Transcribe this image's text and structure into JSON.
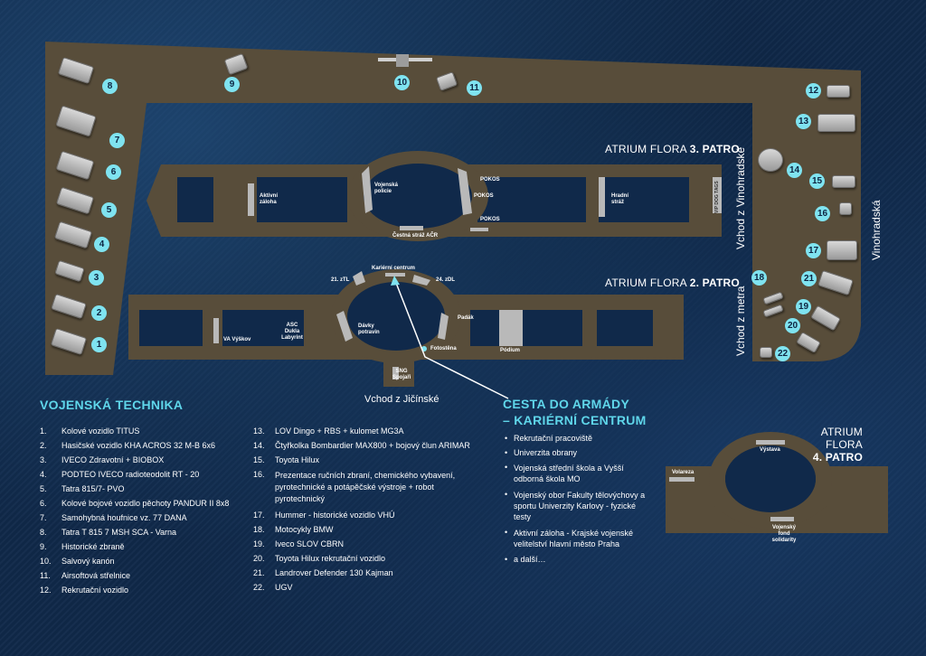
{
  "floors": {
    "f3": {
      "prefix": "ATRIUM FLORA ",
      "bold": "3. PATRO"
    },
    "f2": {
      "prefix": "ATRIUM FLORA ",
      "bold": "2. PATRO"
    },
    "f4": {
      "prefix": "ATRIUM FLORA",
      "bold": "4. PATRO"
    }
  },
  "entrances": {
    "vinohradske": "Vchod z Vinohradské",
    "metra": "Vchod z metra",
    "vinohradska": "Vinohradská",
    "jicinske": "Vchod z Jičínské"
  },
  "labels3": {
    "aktivni": "Aktivní záloha",
    "vojenska": "Vojenská policie",
    "pokos1": "POKOS",
    "pokos2": "POKOS",
    "pokos3": "POKOS",
    "hradni": "Hradní stráž",
    "vip": "VIP DOG TAGS",
    "cestna": "Čestná stráž AČR"
  },
  "labels2": {
    "kariera": "Kariérní centrum",
    "ztl": "21. zTL",
    "zdl": "24. zDL",
    "asc": "ASC Dukla Labyrint",
    "vavyskov": "VA Výškov",
    "davky": "Dávky potravin",
    "padak": "Padák",
    "fotostena": "Fotostěna",
    "podium": "Pódium",
    "sng": "SNG Spojaři"
  },
  "labels4": {
    "volareza": "Volareza",
    "vystava": "Výstava",
    "fond": "Vojenský fond solidarity"
  },
  "markers": [
    "1",
    "2",
    "3",
    "4",
    "5",
    "6",
    "7",
    "8",
    "9",
    "10",
    "11",
    "12",
    "13",
    "14",
    "15",
    "16",
    "17",
    "18",
    "19",
    "20",
    "21",
    "22"
  ],
  "technika": {
    "title": "VOJENSKÁ TECHNIKA",
    "col1": [
      {
        "n": "1.",
        "t": "Kolové vozidlo TITUS"
      },
      {
        "n": "2.",
        "t": "Hasičské vozidlo KHA ACROS 32 M-B 6x6"
      },
      {
        "n": "3.",
        "t": "IVECO Zdravotní + BIOBOX"
      },
      {
        "n": "4.",
        "t": "PODTEO IVECO radioteodolit RT - 20"
      },
      {
        "n": "5.",
        "t": "Tatra 815/7- PVO"
      },
      {
        "n": "6.",
        "t": "Kolové bojové vozidlo pěchoty PANDUR II 8x8"
      },
      {
        "n": "7.",
        "t": "Samohybná houfnice vz. 77 DANA"
      },
      {
        "n": "8.",
        "t": "Tatra T 815 7 MSH SCA - Varna"
      },
      {
        "n": "9.",
        "t": "Historické zbraně"
      },
      {
        "n": "10.",
        "t": "Salvový kanón"
      },
      {
        "n": "11.",
        "t": "Airsoftová střelnice"
      },
      {
        "n": "12.",
        "t": "Rekrutační vozidlo"
      }
    ],
    "col2": [
      {
        "n": "13.",
        "t": "LOV Dingo + RBS + kulomet MG3A"
      },
      {
        "n": "14.",
        "t": "Čtyřkolka Bombardier MAX800 + bojový člun ARIMAR"
      },
      {
        "n": "15.",
        "t": "Toyota Hilux"
      },
      {
        "n": "16.",
        "t": "Prezentace ručních zbraní, chemického vybavení, pyrotechnické a potápěčské výstroje + robot pyrotechnický"
      },
      {
        "n": "17.",
        "t": "Hummer - historické vozidlo VHÚ"
      },
      {
        "n": "18.",
        "t": "Motocykly BMW"
      },
      {
        "n": "19.",
        "t": "Iveco SLOV CBRN"
      },
      {
        "n": "20.",
        "t": "Toyota Hilux rekrutační vozidlo"
      },
      {
        "n": "21.",
        "t": "Landrover Defender 130 Kajman"
      },
      {
        "n": "22.",
        "t": "UGV"
      }
    ]
  },
  "cesta": {
    "title1": "CESTA DO ARMÁDY",
    "title2": "– KARIÉRNÍ CENTRUM",
    "bullet": "•",
    "items": [
      "Rekrutační pracoviště",
      "Univerzita obrany",
      "Vojenská střední škola a Vyšší odborná škola MO",
      "Vojenský obor Fakulty tělovýchovy a sportu Univerzity Karlovy - fyzické testy",
      "Aktivní záloha - Krajské vojenské velitelství hlavní město Praha",
      "a další…"
    ]
  },
  "colors": {
    "floor": "#584d3a",
    "marker": "#7fe3f0",
    "accent": "#5fd6ea",
    "booth": "#b9b9b9"
  }
}
